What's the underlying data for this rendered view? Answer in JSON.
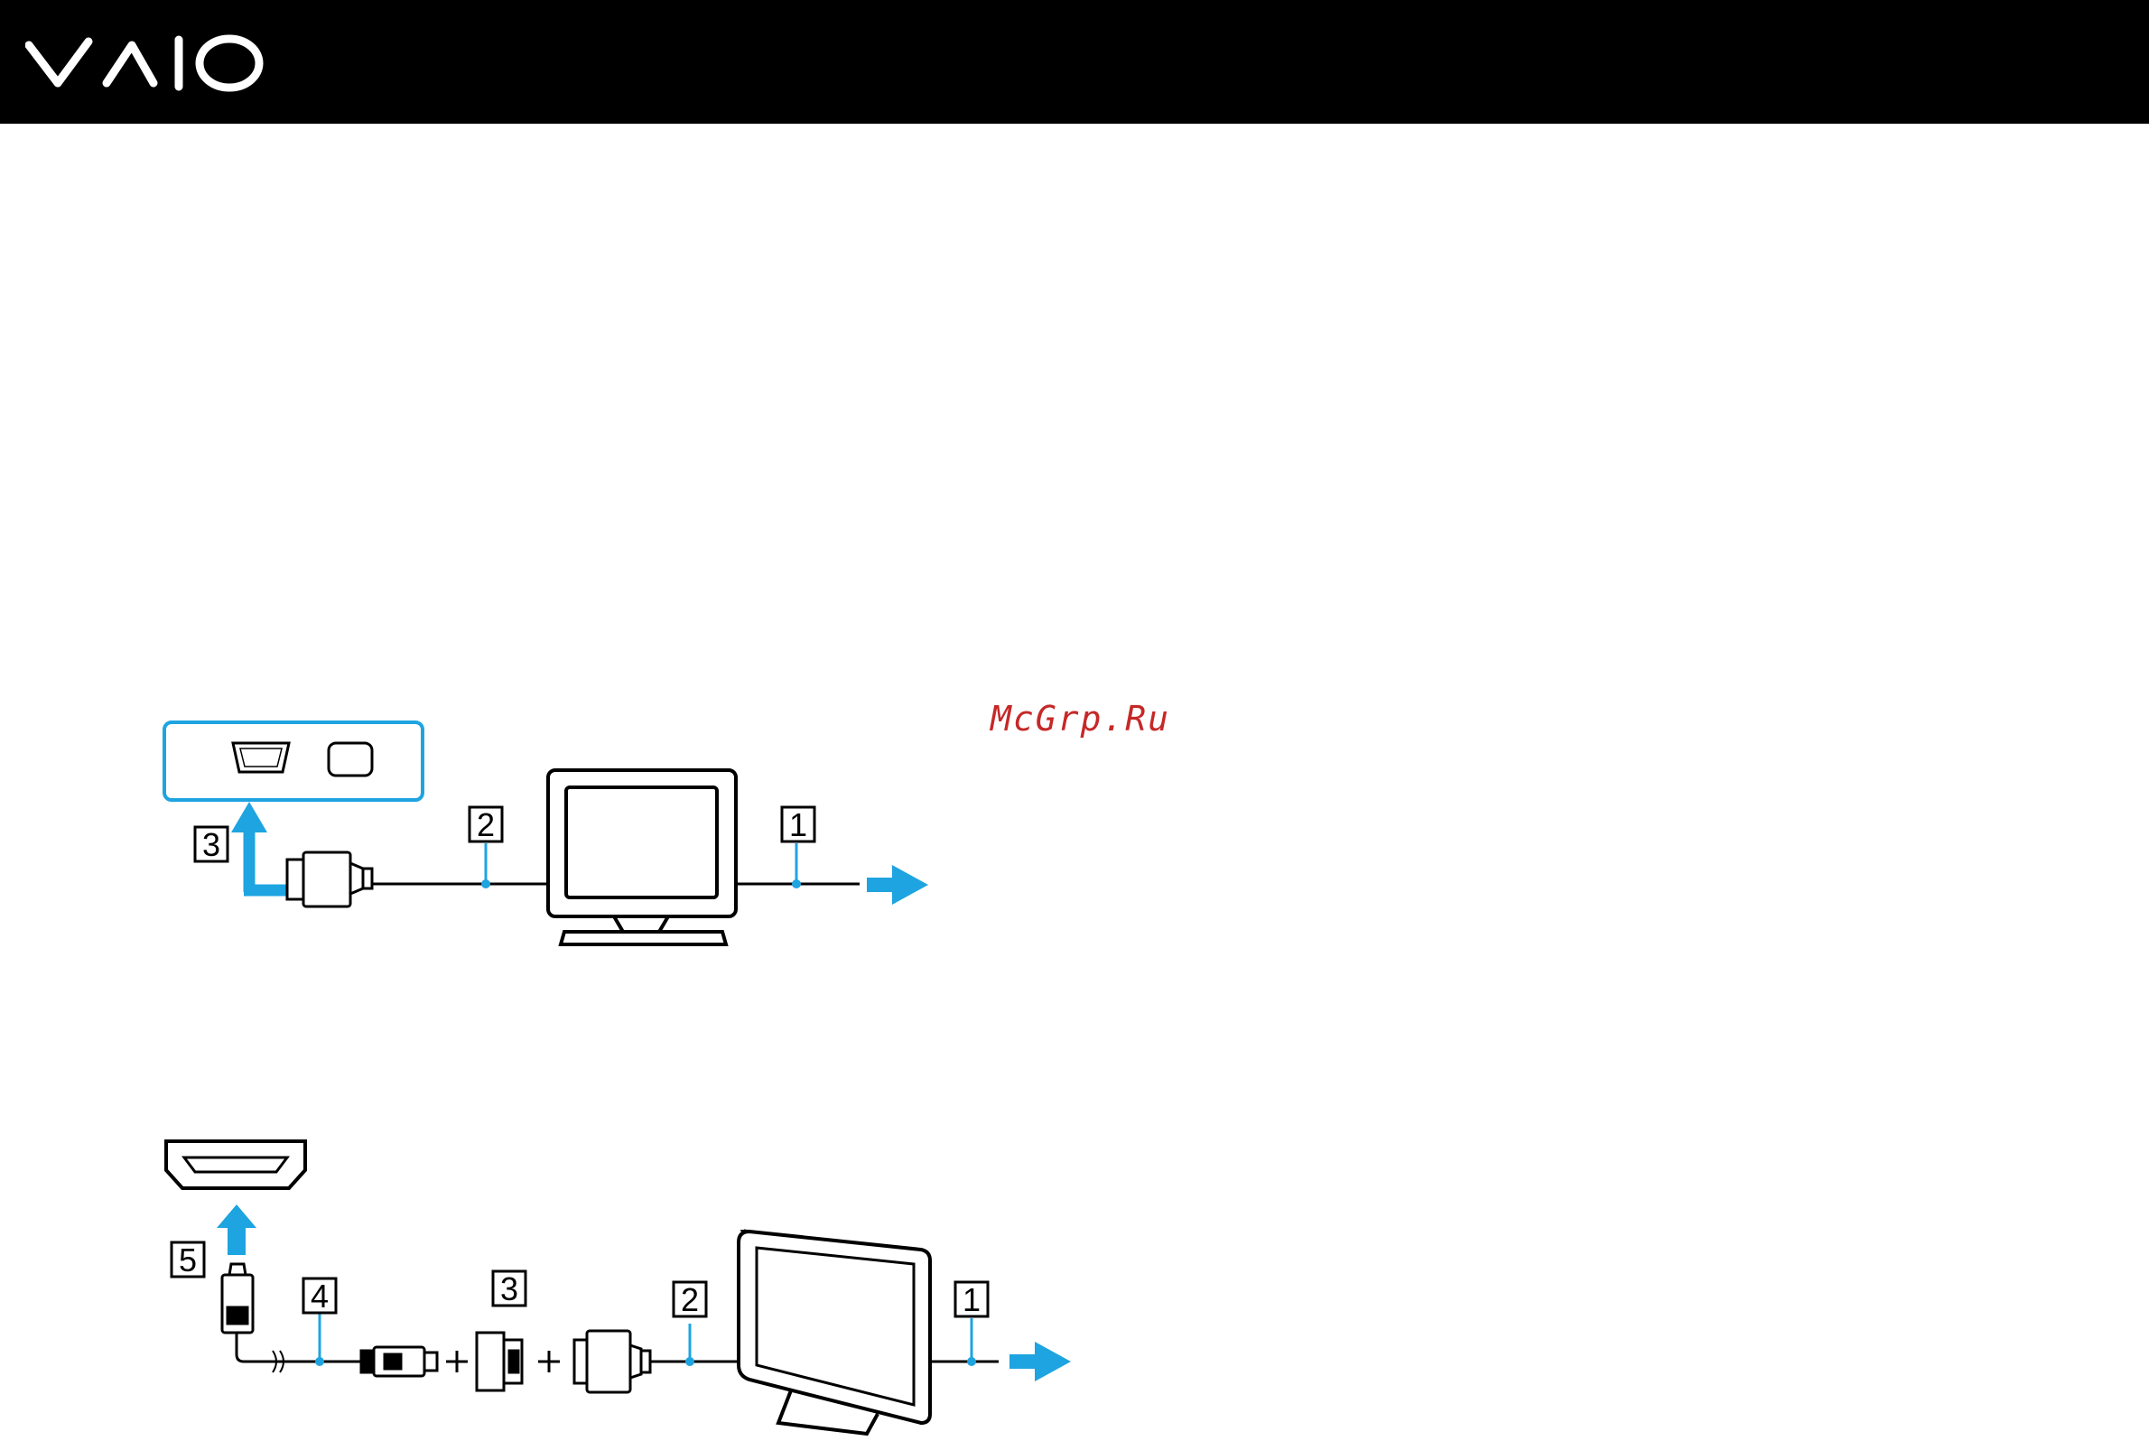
{
  "header": {
    "logo_text": "VAIO",
    "background": "#000000"
  },
  "watermark": {
    "text": "McGrp.Ru",
    "color": "#c62828"
  },
  "colors": {
    "accent_blue": "#1ea4e0",
    "line": "#000000"
  },
  "figure_vga": {
    "callouts": [
      "1",
      "2",
      "3"
    ]
  },
  "figure_hdmi": {
    "callouts": [
      "1",
      "2",
      "3",
      "4",
      "5"
    ]
  }
}
